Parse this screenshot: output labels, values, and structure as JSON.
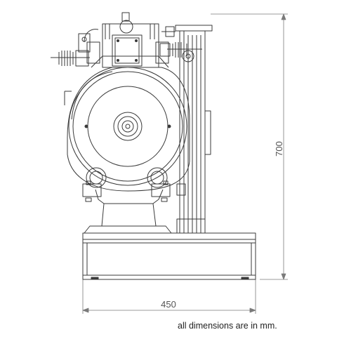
{
  "dimensions": {
    "height_label": "700",
    "width_label": "450"
  },
  "note": "all dimensions are in mm.",
  "colors": {
    "line": "#3a3a3a",
    "dimension_line": "#7a7a7a",
    "background": "#ffffff"
  }
}
